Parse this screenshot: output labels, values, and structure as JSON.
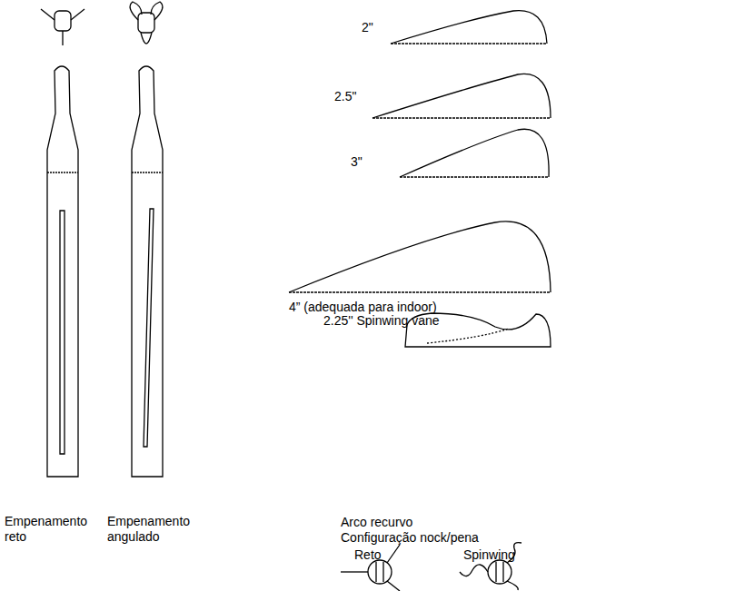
{
  "diagram": {
    "labels": [
      "2\"",
      "2.5\"",
      "3\"",
      "4” (adequada para indoor)",
      "2.25'' Spinwing vane",
      "Empenamento reto",
      "Empenamento angulado",
      "Arco recurvo",
      "Configuração nock/pena",
      "Reto",
      "Spinwing"
    ]
  }
}
